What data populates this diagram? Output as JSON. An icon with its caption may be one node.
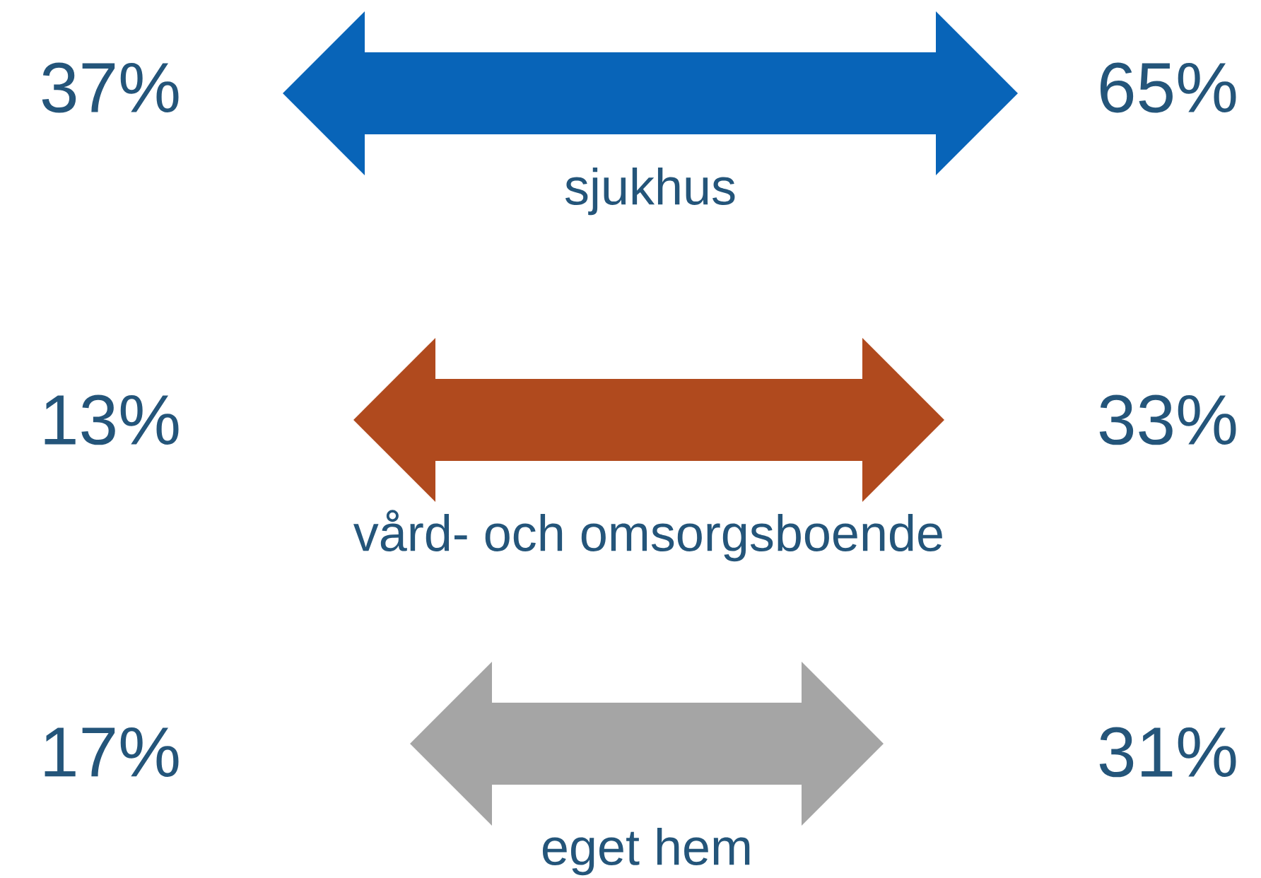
{
  "diagram": {
    "nodes": [
      {
        "text": [],
        "shape": "arrow",
        "beside": [
          "sjukhus"
        ]
      },
      {
        "text": [],
        "shape": "arrow",
        "beside": [
          "vård- och omsorgsboende"
        ]
      },
      {
        "text": [],
        "shape": "arrow",
        "beside": [
          "eget hem"
        ]
      }
    ],
    "labels": [
      "37%",
      "65%",
      "13%",
      "33%",
      "17%",
      "31%"
    ]
  }
}
